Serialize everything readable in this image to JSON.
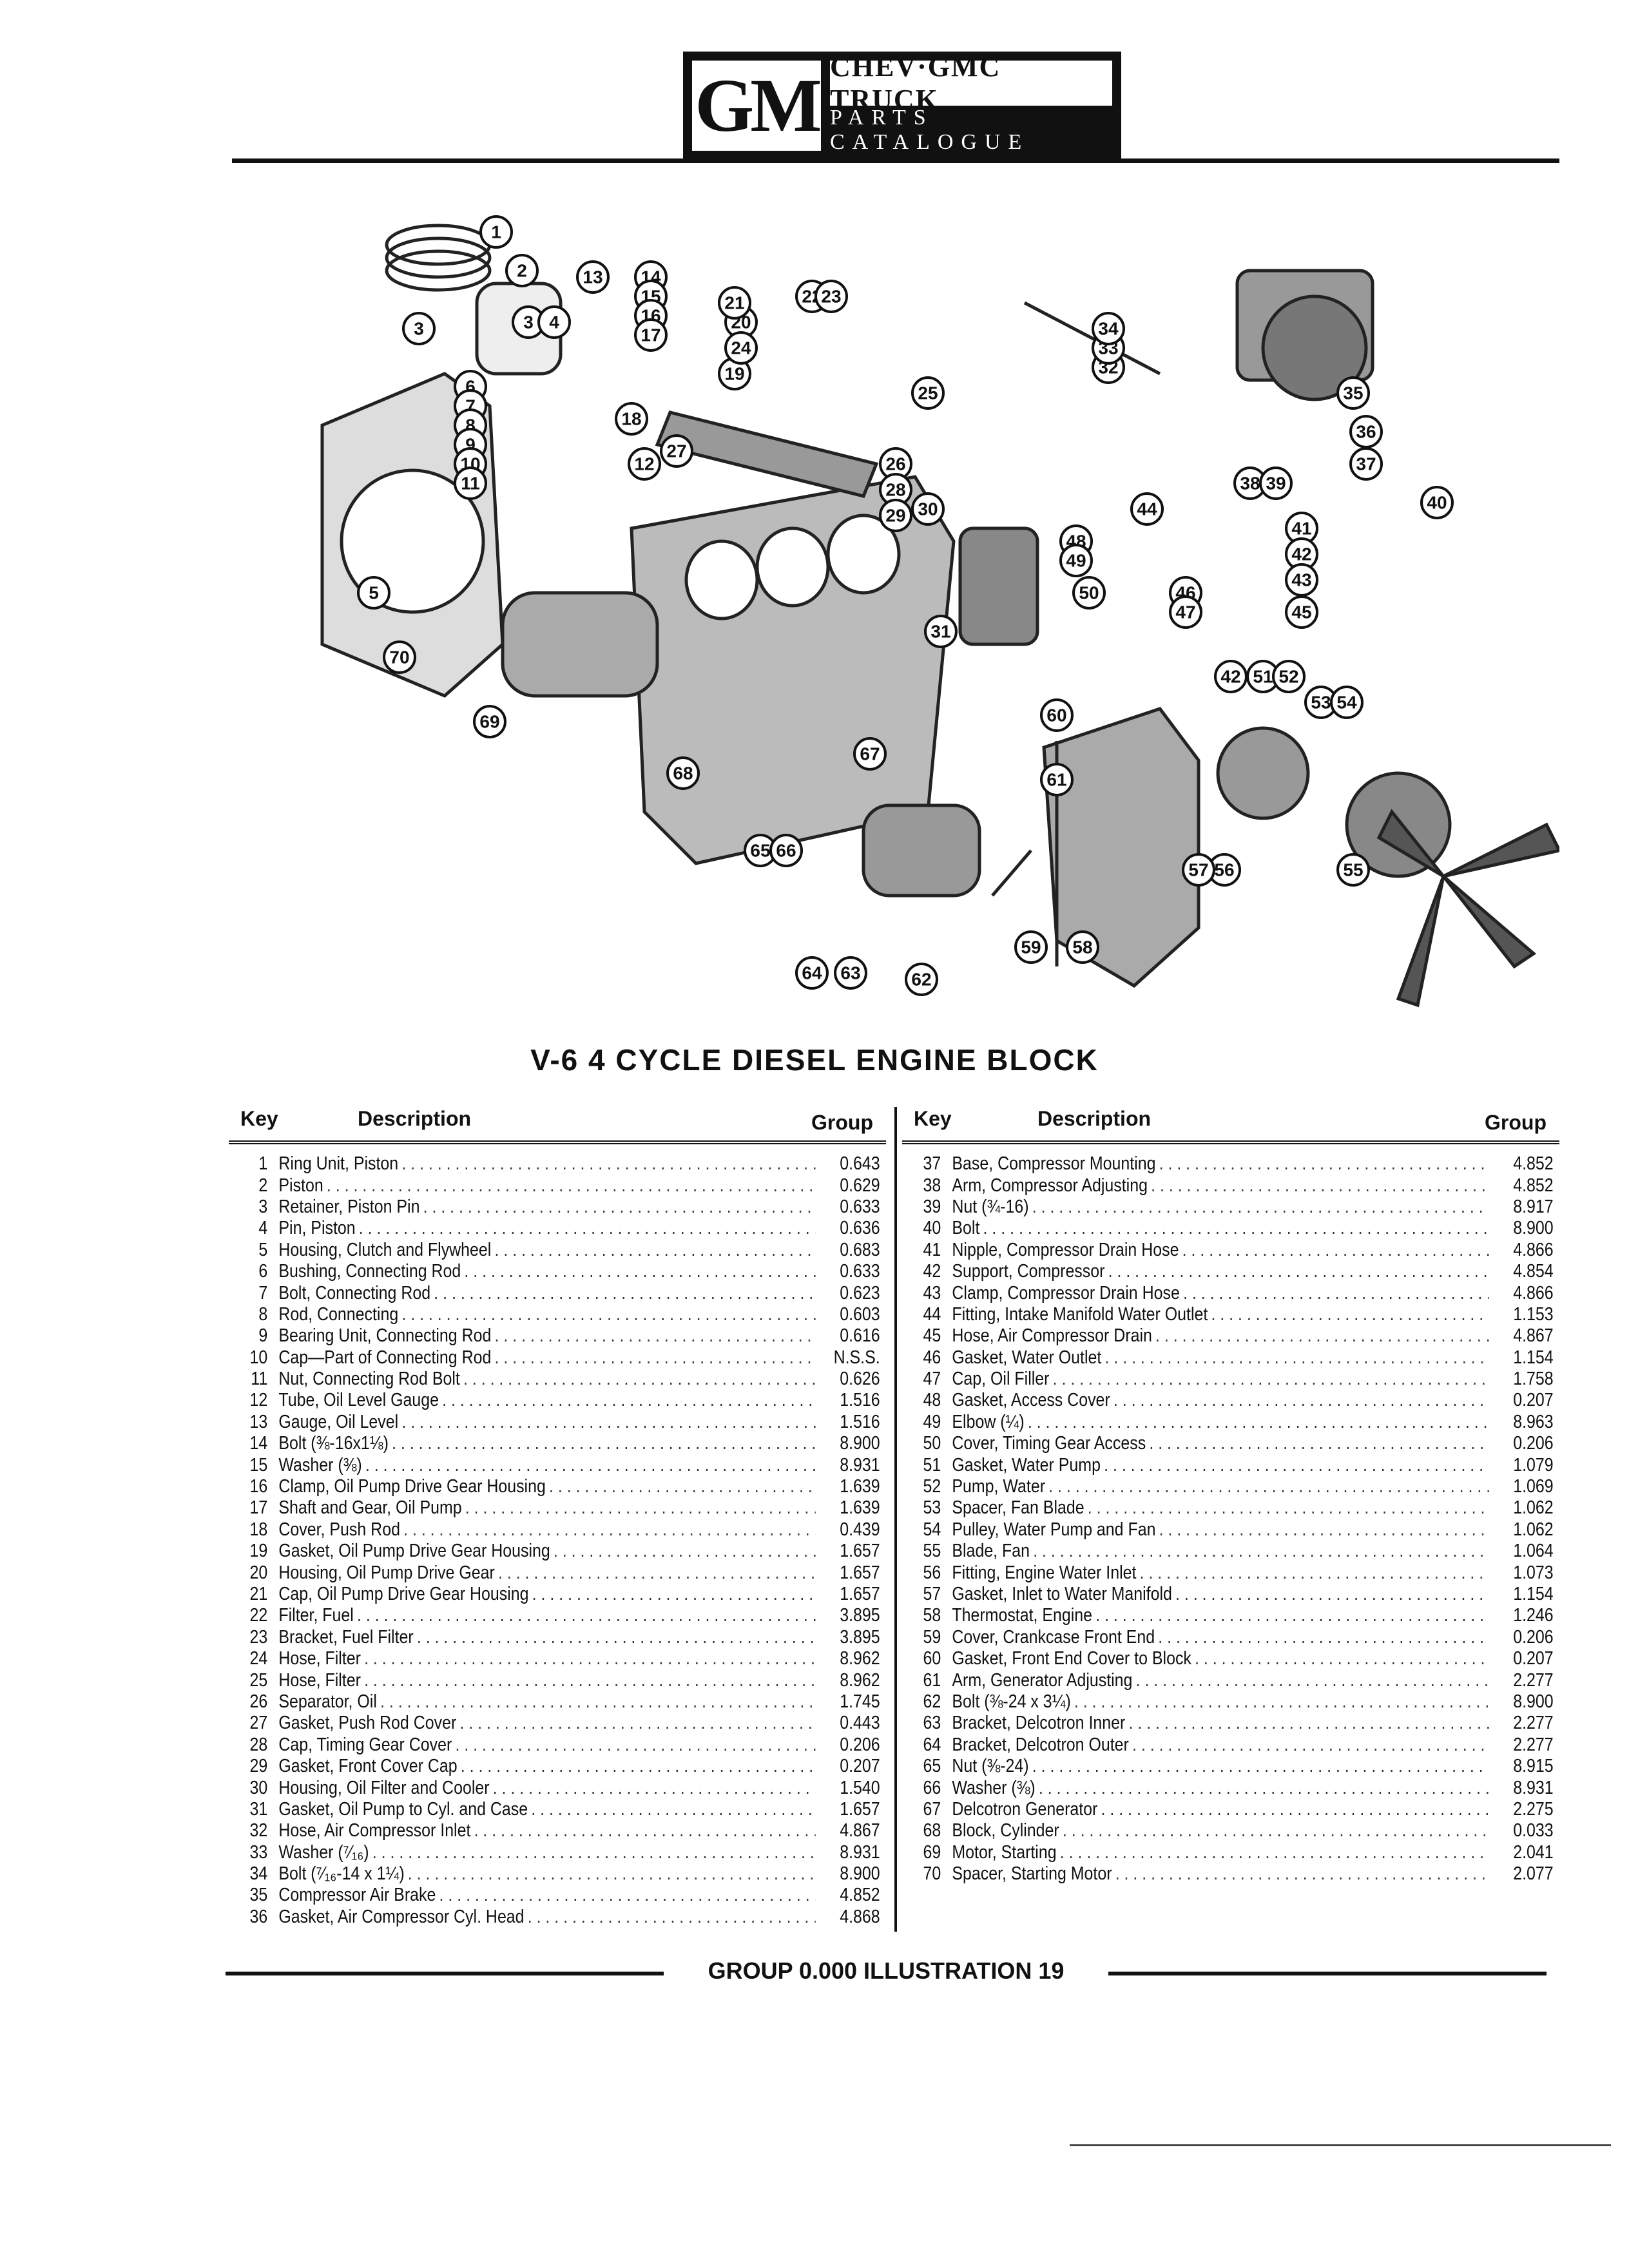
{
  "header": {
    "logo": "GM",
    "title": "CHEV·GMC TRUCK",
    "subtitle": "PARTS CATALOGUE"
  },
  "diagram": {
    "title": "V-6 4 CYCLE DIESEL ENGINE BLOCK",
    "callouts": [
      "1",
      "2",
      "3",
      "3",
      "4",
      "5",
      "6",
      "7",
      "8",
      "9",
      "10",
      "11",
      "12",
      "13",
      "14",
      "15",
      "16",
      "17",
      "18",
      "19",
      "20",
      "21",
      "22",
      "23",
      "24",
      "25",
      "26",
      "27",
      "28",
      "29",
      "30",
      "31",
      "32",
      "33",
      "34",
      "35",
      "36",
      "37",
      "38",
      "39",
      "40",
      "41",
      "42",
      "42",
      "43",
      "44",
      "45",
      "46",
      "47",
      "48",
      "49",
      "50",
      "51",
      "52",
      "53",
      "54",
      "55",
      "56",
      "57",
      "58",
      "59",
      "60",
      "61",
      "62",
      "63",
      "64",
      "65",
      "66",
      "67",
      "68",
      "69",
      "70"
    ]
  },
  "table": {
    "headers": {
      "key": "Key",
      "description": "Description",
      "group": "Group"
    },
    "left": [
      {
        "key": "1",
        "desc": "Ring Unit, Piston",
        "group": "0.643"
      },
      {
        "key": "2",
        "desc": "Piston",
        "group": "0.629"
      },
      {
        "key": "3",
        "desc": "Retainer, Piston Pin",
        "group": "0.633"
      },
      {
        "key": "4",
        "desc": "Pin, Piston",
        "group": "0.636"
      },
      {
        "key": "5",
        "desc": "Housing, Clutch and Flywheel",
        "group": "0.683"
      },
      {
        "key": "6",
        "desc": "Bushing, Connecting Rod",
        "group": "0.633"
      },
      {
        "key": "7",
        "desc": "Bolt, Connecting Rod",
        "group": "0.623"
      },
      {
        "key": "8",
        "desc": "Rod, Connecting",
        "group": "0.603"
      },
      {
        "key": "9",
        "desc": "Bearing Unit, Connecting Rod",
        "group": "0.616"
      },
      {
        "key": "10",
        "desc": "Cap—Part of Connecting Rod",
        "group": "N.S.S."
      },
      {
        "key": "11",
        "desc": "Nut, Connecting Rod Bolt",
        "group": "0.626"
      },
      {
        "key": "12",
        "desc": "Tube, Oil Level Gauge",
        "group": "1.516"
      },
      {
        "key": "13",
        "desc": "Gauge, Oil Level",
        "group": "1.516"
      },
      {
        "key": "14",
        "desc": "Bolt (⅜-16x1⅛)",
        "group": "8.900"
      },
      {
        "key": "15",
        "desc": "Washer (⅜)",
        "group": "8.931"
      },
      {
        "key": "16",
        "desc": "Clamp, Oil Pump Drive Gear Housing",
        "group": "1.639"
      },
      {
        "key": "17",
        "desc": "Shaft and Gear, Oil Pump",
        "group": "1.639"
      },
      {
        "key": "18",
        "desc": "Cover, Push Rod",
        "group": "0.439"
      },
      {
        "key": "19",
        "desc": "Gasket, Oil Pump Drive Gear Housing",
        "group": "1.657"
      },
      {
        "key": "20",
        "desc": "Housing, Oil Pump Drive Gear",
        "group": "1.657"
      },
      {
        "key": "21",
        "desc": "Cap, Oil Pump Drive Gear Housing",
        "group": "1.657"
      },
      {
        "key": "22",
        "desc": "Filter, Fuel",
        "group": "3.895"
      },
      {
        "key": "23",
        "desc": "Bracket, Fuel Filter",
        "group": "3.895"
      },
      {
        "key": "24",
        "desc": "Hose, Filter",
        "group": "8.962"
      },
      {
        "key": "25",
        "desc": "Hose, Filter",
        "group": "8.962"
      },
      {
        "key": "26",
        "desc": "Separator, Oil",
        "group": "1.745"
      },
      {
        "key": "27",
        "desc": "Gasket, Push Rod Cover",
        "group": "0.443"
      },
      {
        "key": "28",
        "desc": "Cap, Timing Gear Cover",
        "group": "0.206"
      },
      {
        "key": "29",
        "desc": "Gasket, Front Cover Cap",
        "group": "0.207"
      },
      {
        "key": "30",
        "desc": "Housing, Oil Filter and Cooler",
        "group": "1.540"
      },
      {
        "key": "31",
        "desc": "Gasket, Oil Pump to Cyl. and Case",
        "group": "1.657"
      },
      {
        "key": "32",
        "desc": "Hose, Air Compressor Inlet",
        "group": "4.867"
      },
      {
        "key": "33",
        "desc": "Washer (⁷⁄₁₆)",
        "group": "8.931"
      },
      {
        "key": "34",
        "desc": "Bolt (⁷⁄₁₆-14 x 1¼)",
        "group": "8.900"
      },
      {
        "key": "35",
        "desc": "Compressor Air Brake",
        "group": "4.852"
      },
      {
        "key": "36",
        "desc": "Gasket, Air Compressor Cyl. Head",
        "group": "4.868"
      }
    ],
    "right": [
      {
        "key": "37",
        "desc": "Base, Compressor Mounting",
        "group": "4.852"
      },
      {
        "key": "38",
        "desc": "Arm, Compressor Adjusting",
        "group": "4.852"
      },
      {
        "key": "39",
        "desc": "Nut (¾-16)",
        "group": "8.917"
      },
      {
        "key": "40",
        "desc": "Bolt",
        "group": "8.900"
      },
      {
        "key": "41",
        "desc": "Nipple, Compressor Drain Hose",
        "group": "4.866"
      },
      {
        "key": "42",
        "desc": "Support, Compressor",
        "group": "4.854"
      },
      {
        "key": "43",
        "desc": "Clamp, Compressor Drain Hose",
        "group": "4.866"
      },
      {
        "key": "44",
        "desc": "Fitting, Intake Manifold Water Outlet",
        "group": "1.153"
      },
      {
        "key": "45",
        "desc": "Hose, Air Compressor Drain",
        "group": "4.867"
      },
      {
        "key": "46",
        "desc": "Gasket, Water Outlet",
        "group": "1.154"
      },
      {
        "key": "47",
        "desc": "Cap, Oil Filler",
        "group": "1.758"
      },
      {
        "key": "48",
        "desc": "Gasket, Access Cover",
        "group": "0.207"
      },
      {
        "key": "49",
        "desc": "Elbow (¼)",
        "group": "8.963"
      },
      {
        "key": "50",
        "desc": "Cover, Timing Gear Access",
        "group": "0.206"
      },
      {
        "key": "51",
        "desc": "Gasket, Water Pump",
        "group": "1.079"
      },
      {
        "key": "52",
        "desc": "Pump, Water",
        "group": "1.069"
      },
      {
        "key": "53",
        "desc": "Spacer, Fan Blade",
        "group": "1.062"
      },
      {
        "key": "54",
        "desc": "Pulley, Water Pump and Fan",
        "group": "1.062"
      },
      {
        "key": "55",
        "desc": "Blade, Fan",
        "group": "1.064"
      },
      {
        "key": "56",
        "desc": "Fitting, Engine Water Inlet",
        "group": "1.073"
      },
      {
        "key": "57",
        "desc": "Gasket, Inlet to Water Manifold",
        "group": "1.154"
      },
      {
        "key": "58",
        "desc": "Thermostat, Engine",
        "group": "1.246"
      },
      {
        "key": "59",
        "desc": "Cover, Crankcase Front End",
        "group": "0.206"
      },
      {
        "key": "60",
        "desc": "Gasket, Front End Cover to Block",
        "group": "0.207"
      },
      {
        "key": "61",
        "desc": "Arm, Generator Adjusting",
        "group": "2.277"
      },
      {
        "key": "62",
        "desc": "Bolt (⅜-24 x 3¼)",
        "group": "8.900"
      },
      {
        "key": "63",
        "desc": "Bracket, Delcotron Inner",
        "group": "2.277"
      },
      {
        "key": "64",
        "desc": "Bracket, Delcotron Outer",
        "group": "2.277"
      },
      {
        "key": "65",
        "desc": "Nut (⅜-24)",
        "group": "8.915"
      },
      {
        "key": "66",
        "desc": "Washer (⅜)",
        "group": "8.931"
      },
      {
        "key": "67",
        "desc": "Delcotron Generator",
        "group": "2.275"
      },
      {
        "key": "68",
        "desc": "Block, Cylinder",
        "group": "0.033"
      },
      {
        "key": "69",
        "desc": "Motor, Starting",
        "group": "2.041"
      },
      {
        "key": "70",
        "desc": "Spacer, Starting Motor",
        "group": "2.077"
      }
    ]
  },
  "footer": {
    "text": "GROUP 0.000 ILLUSTRATION 19"
  }
}
